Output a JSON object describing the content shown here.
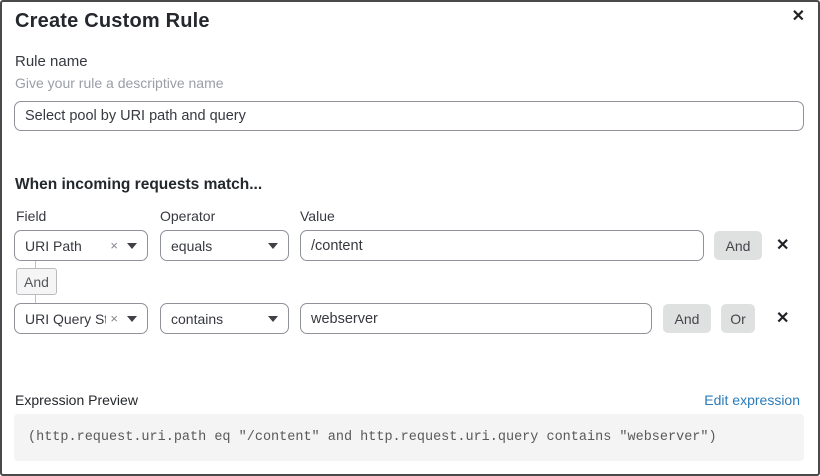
{
  "dialog": {
    "title": "Create Custom Rule",
    "close_icon": "✕"
  },
  "rule_name": {
    "label": "Rule name",
    "helper": "Give your rule a descriptive name",
    "value": "Select pool by URI path and query"
  },
  "match": {
    "heading": "When incoming requests match...",
    "columns": {
      "field": "Field",
      "operator": "Operator",
      "value": "Value"
    },
    "connector_label": "And",
    "rows": [
      {
        "field": "URI Path",
        "operator": "equals",
        "value": "/content",
        "combinators": [
          "And"
        ],
        "clear_icon": "×",
        "remove_icon": "✕"
      },
      {
        "field": "URI Query St...",
        "operator": "contains",
        "value": "webserver",
        "combinators": [
          "And",
          "Or"
        ],
        "clear_icon": "×",
        "remove_icon": "✕"
      }
    ]
  },
  "expression": {
    "label": "Expression Preview",
    "edit_link": "Edit expression",
    "code": "(http.request.uri.path eq \"/content\" and http.request.uri.query contains \"webserver\")"
  },
  "colors": {
    "link": "#2c7bb8",
    "combinator_button_bg": "#dfe0e0",
    "code_background": "#f4f4f4",
    "modal_border": "#4a4a4a"
  }
}
